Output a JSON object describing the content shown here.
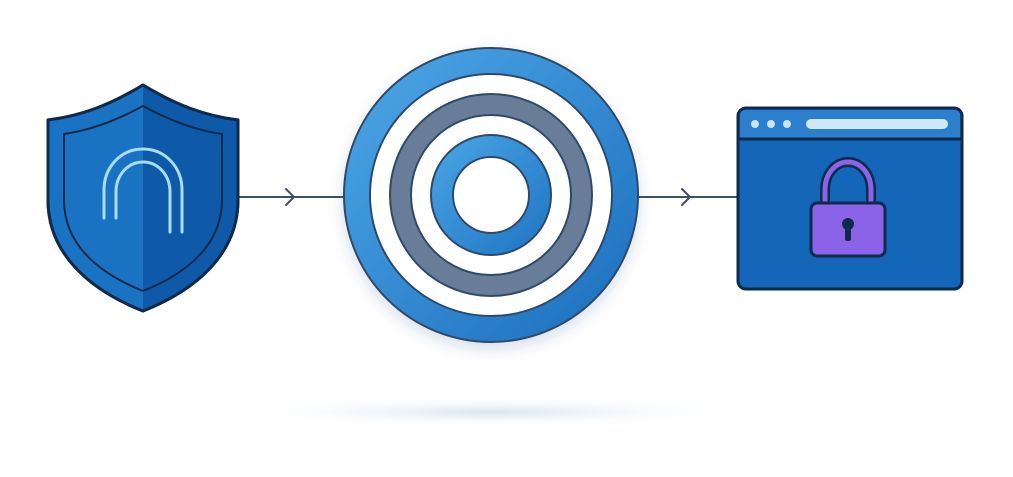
{
  "nodes": [
    {
      "id": "shield",
      "icon": "shield-icon",
      "inner_icon": "arch-icon"
    },
    {
      "id": "target",
      "icon": "concentric-rings-icon"
    },
    {
      "id": "browser",
      "icon": "browser-window-icon",
      "inner_icon": "padlock-icon"
    }
  ],
  "edges": [
    {
      "from": "shield",
      "to": "target",
      "style": "arrow"
    },
    {
      "from": "target",
      "to": "browser",
      "style": "arrow"
    }
  ],
  "colors": {
    "outline": "#0f2a4a",
    "primary_blue": "#1466b8",
    "shield_light": "#1a72c2",
    "shield_dark": "#0e5aa8",
    "arch": "#a8dcf0",
    "ring_gray": "#6b7d98",
    "ring_light_blue": "#5aaee0",
    "connector": "#3e5064",
    "lock_purple": "#8a63e8",
    "window_bar": "#2c7fcc",
    "dot": "#c9e6f8",
    "bar_pill": "#cfe8f8"
  }
}
